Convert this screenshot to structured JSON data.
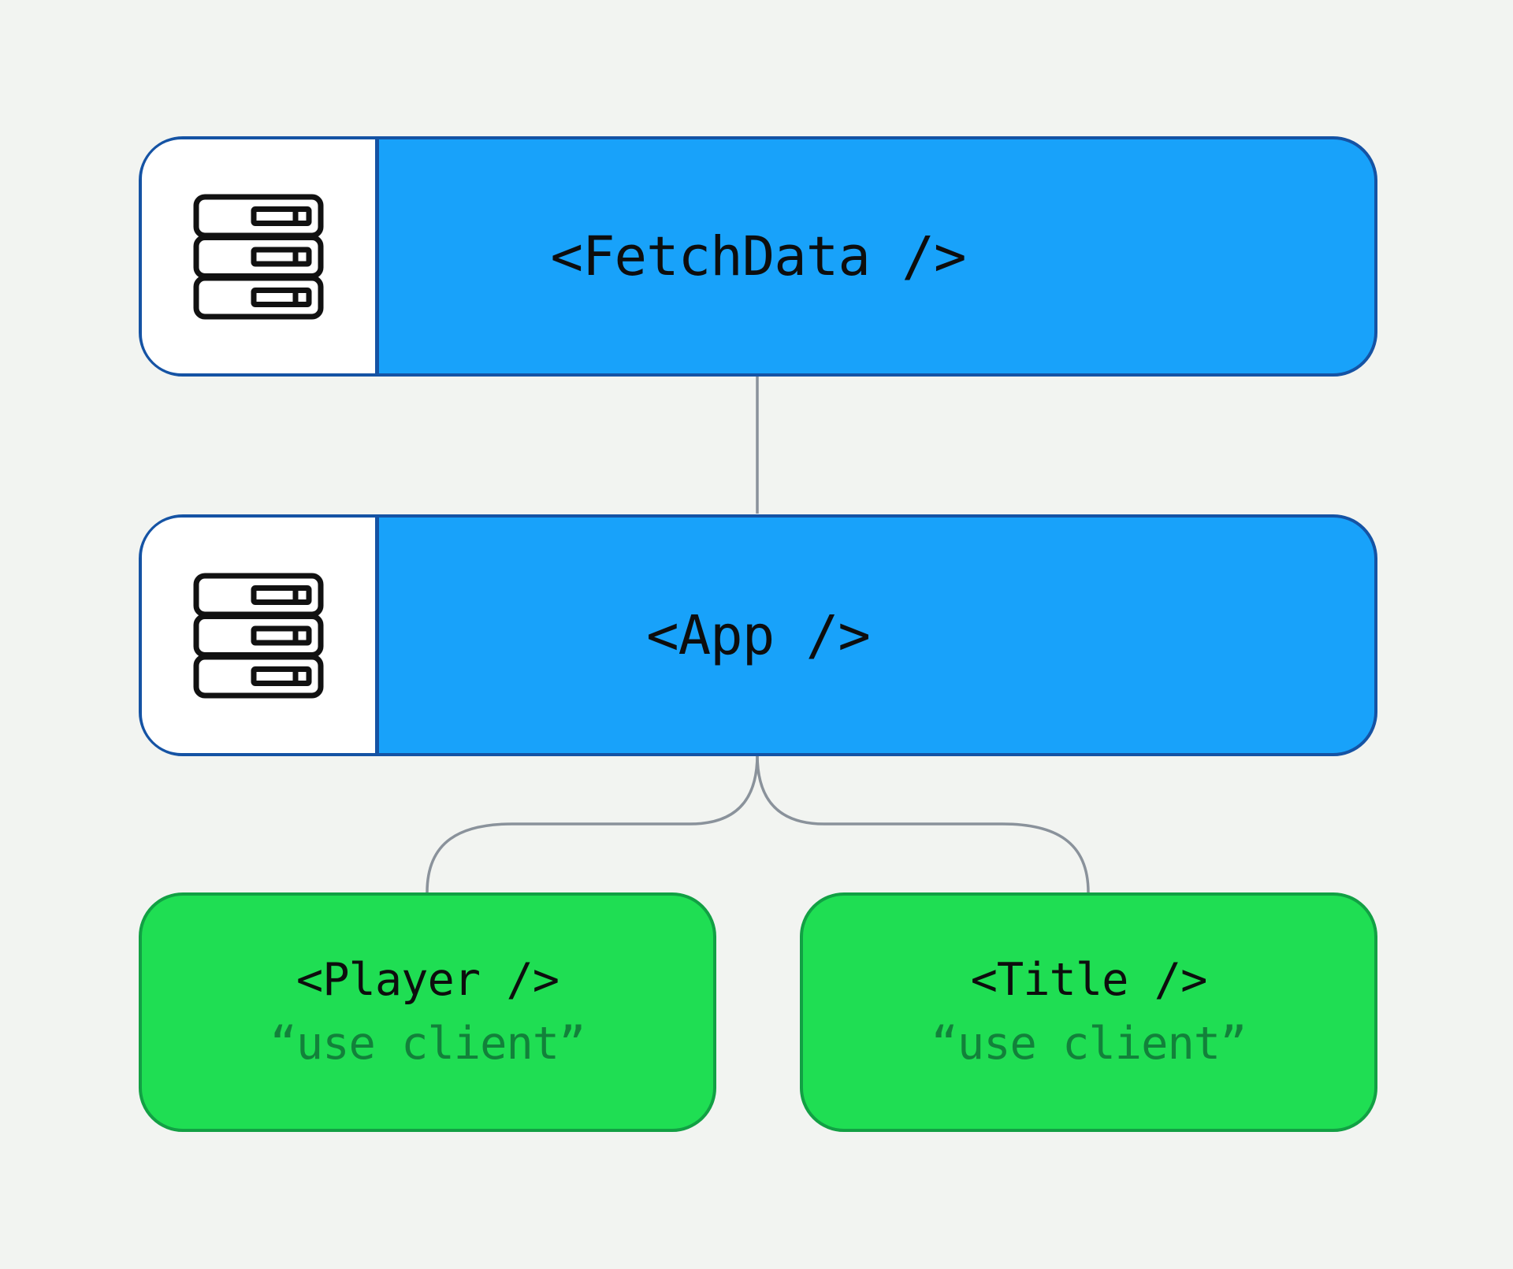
{
  "diagram": {
    "title": "",
    "nodes": [
      {
        "id": "fetchdata",
        "type": "server",
        "label": "<FetchData />",
        "icon": "server-stack-icon"
      },
      {
        "id": "app",
        "type": "server",
        "label": "<App />",
        "icon": "server-stack-icon"
      },
      {
        "id": "player",
        "type": "client",
        "label": "<Player />",
        "directive": "“use client”"
      },
      {
        "id": "title",
        "type": "client",
        "label": "<Title />",
        "directive": "“use client”"
      }
    ],
    "edges": [
      {
        "from": "fetchdata",
        "to": "app"
      },
      {
        "from": "app",
        "to": "player"
      },
      {
        "from": "app",
        "to": "title"
      }
    ]
  },
  "colors": {
    "background": "#f2f4f1",
    "blue-fill": "#18a2fa",
    "blue-border": "#1553a4",
    "green-fill": "#1fde53",
    "green-border": "#12a044",
    "label": "#0d0d0d",
    "directive": "#12813a",
    "edge": "#8a929b",
    "icon-panel": "#ffffff",
    "icon-stroke": "#111111"
  }
}
